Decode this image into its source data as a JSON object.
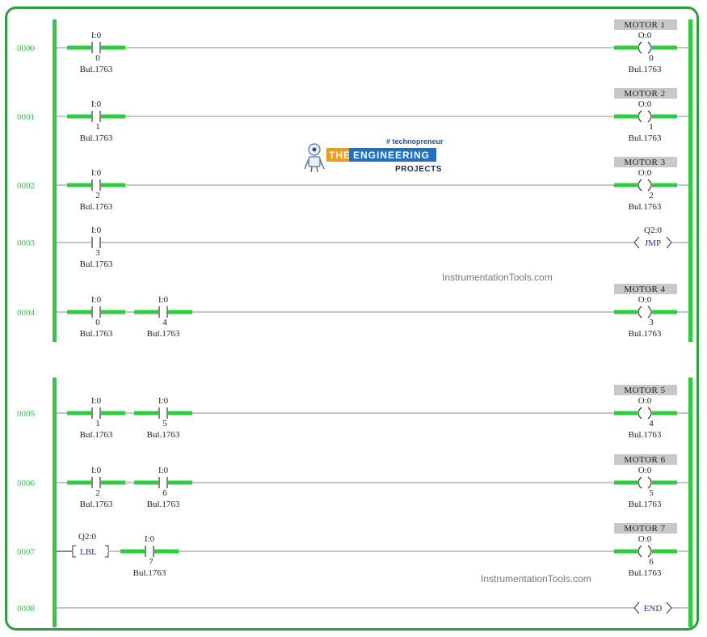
{
  "watermark": {
    "text1": "InstrumentationTools.com",
    "text2": "InstrumentationTools.com"
  },
  "logo": {
    "tagline": "# technopreneur",
    "the": "THE",
    "engineering": "ENGINEERING",
    "projects": "PROJECTS"
  },
  "colors": {
    "rail": "#2ecc40",
    "frame": "#2e9e3e",
    "wire": "#888888",
    "tag_bg": "#c8c8c8",
    "instr_blue": "#2b2b8a"
  },
  "blocks": [
    {
      "rungs": [
        {
          "num": "0000",
          "contacts": [
            {
              "addr": "I:0",
              "bit": "0",
              "mod": "Bul.1763"
            }
          ],
          "output": {
            "type": "coil",
            "tag": "MOTOR 1",
            "addr": "O:0",
            "bit": "0",
            "mod": "Bul.1763"
          }
        },
        {
          "num": "0001",
          "contacts": [
            {
              "addr": "I:0",
              "bit": "1",
              "mod": "Bul.1763"
            }
          ],
          "output": {
            "type": "coil",
            "tag": "MOTOR 2",
            "addr": "O:0",
            "bit": "1",
            "mod": "Bul.1763"
          }
        },
        {
          "num": "0002",
          "contacts": [
            {
              "addr": "I:0",
              "bit": "2",
              "mod": "Bul.1763"
            }
          ],
          "output": {
            "type": "coil",
            "tag": "MOTOR 3",
            "addr": "O:0",
            "bit": "2",
            "mod": "Bul.1763"
          }
        },
        {
          "num": "0003",
          "contacts": [
            {
              "addr": "I:0",
              "bit": "3",
              "mod": "Bul.1763",
              "inactive": true
            }
          ],
          "output": {
            "type": "jmp",
            "addr": "Q2:0",
            "instr": "JMP"
          }
        },
        {
          "num": "0004",
          "contacts": [
            {
              "addr": "I:0",
              "bit": "0",
              "mod": "Bul.1763"
            },
            {
              "addr": "I:0",
              "bit": "4",
              "mod": "Bul.1763"
            }
          ],
          "output": {
            "type": "coil",
            "tag": "MOTOR 4",
            "addr": "O:0",
            "bit": "3",
            "mod": "Bul.1763"
          }
        }
      ]
    },
    {
      "rungs": [
        {
          "num": "0005",
          "contacts": [
            {
              "addr": "I:0",
              "bit": "1",
              "mod": "Bul.1763"
            },
            {
              "addr": "I:0",
              "bit": "5",
              "mod": "Bul.1763"
            }
          ],
          "output": {
            "type": "coil",
            "tag": "MOTOR 5",
            "addr": "O:0",
            "bit": "4",
            "mod": "Bul.1763"
          }
        },
        {
          "num": "0006",
          "contacts": [
            {
              "addr": "I:0",
              "bit": "2",
              "mod": "Bul.1763"
            },
            {
              "addr": "I:0",
              "bit": "6",
              "mod": "Bul.1763"
            }
          ],
          "output": {
            "type": "coil",
            "tag": "MOTOR 6",
            "addr": "O:0",
            "bit": "5",
            "mod": "Bul.1763"
          }
        },
        {
          "num": "0007",
          "label": {
            "addr": "Q2:0",
            "instr": "LBL"
          },
          "contacts": [
            {
              "addr": "I:0",
              "bit": "7",
              "mod": "Bul.1763"
            }
          ],
          "output": {
            "type": "coil",
            "tag": "MOTOR 7",
            "addr": "O:0",
            "bit": "6",
            "mod": "Bul.1763"
          }
        },
        {
          "num": "0008",
          "contacts": [],
          "output": {
            "type": "end",
            "instr": "END"
          }
        }
      ]
    }
  ]
}
